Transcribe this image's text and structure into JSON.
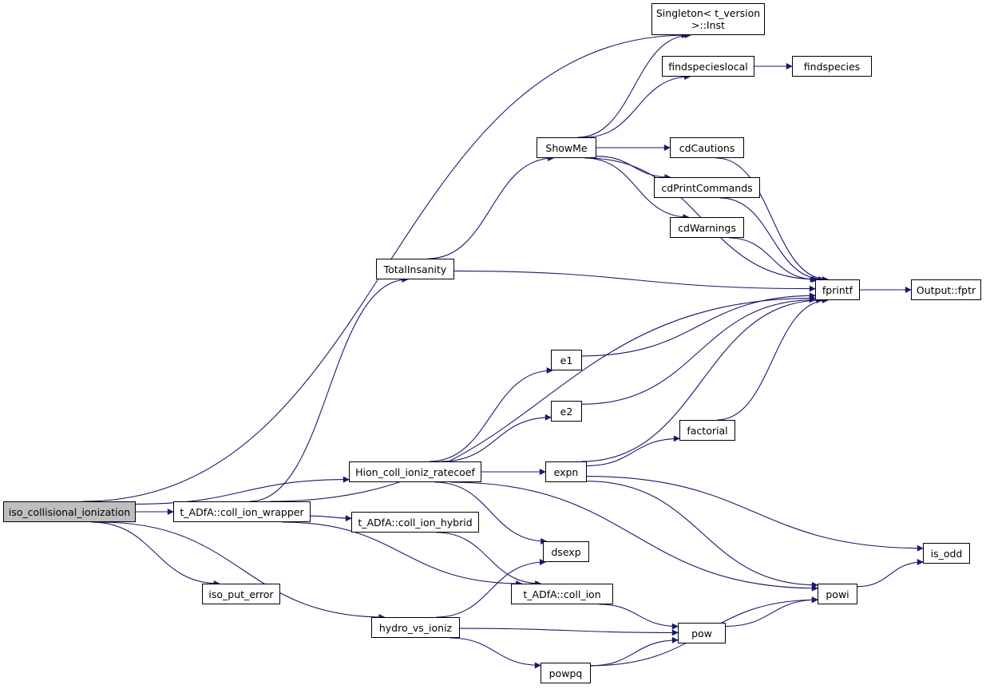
{
  "graph": {
    "edge_color": "#191970",
    "node_border_color": "#000000",
    "root_fill": "#bfbfbf",
    "nodes": [
      {
        "id": "iso_collisional_ionization",
        "label": "iso_collisional_ionization",
        "root": true
      },
      {
        "id": "singleton_inst",
        "label": "Singleton< t_version\n>::Inst"
      },
      {
        "id": "findspecieslocal",
        "label": "findspecieslocal"
      },
      {
        "id": "findspecies",
        "label": "findspecies"
      },
      {
        "id": "showme",
        "label": "ShowMe"
      },
      {
        "id": "cdcautions",
        "label": "cdCautions"
      },
      {
        "id": "cdprintcommands",
        "label": "cdPrintCommands"
      },
      {
        "id": "cdwarnings",
        "label": "cdWarnings"
      },
      {
        "id": "totalinsanity",
        "label": "TotalInsanity"
      },
      {
        "id": "fprintf",
        "label": "fprintf"
      },
      {
        "id": "output_fptr",
        "label": "Output::fptr"
      },
      {
        "id": "e1",
        "label": "e1"
      },
      {
        "id": "e2",
        "label": "e2"
      },
      {
        "id": "factorial",
        "label": "factorial"
      },
      {
        "id": "hion",
        "label": "Hion_coll_ioniz_ratecoef"
      },
      {
        "id": "expn",
        "label": "expn"
      },
      {
        "id": "coll_ion_wrapper",
        "label": "t_ADfA::coll_ion_wrapper"
      },
      {
        "id": "coll_ion_hybrid",
        "label": "t_ADfA::coll_ion_hybrid"
      },
      {
        "id": "is_odd",
        "label": "is_odd"
      },
      {
        "id": "dsexp",
        "label": "dsexp"
      },
      {
        "id": "iso_put_error",
        "label": "iso_put_error"
      },
      {
        "id": "coll_ion",
        "label": "t_ADfA::coll_ion"
      },
      {
        "id": "powi",
        "label": "powi"
      },
      {
        "id": "hydro_vs_ioniz",
        "label": "hydro_vs_ioniz"
      },
      {
        "id": "pow",
        "label": "pow"
      },
      {
        "id": "powpq",
        "label": "powpq"
      }
    ],
    "edges": [
      {
        "from": "iso_collisional_ionization",
        "to": "singleton_inst"
      },
      {
        "from": "iso_collisional_ionization",
        "to": "hion"
      },
      {
        "from": "iso_collisional_ionization",
        "to": "coll_ion_wrapper"
      },
      {
        "from": "iso_collisional_ionization",
        "to": "iso_put_error"
      },
      {
        "from": "iso_collisional_ionization",
        "to": "hydro_vs_ioniz"
      },
      {
        "from": "findspecieslocal",
        "to": "findspecies"
      },
      {
        "from": "showme",
        "to": "singleton_inst"
      },
      {
        "from": "showme",
        "to": "findspecieslocal"
      },
      {
        "from": "showme",
        "to": "cdcautions"
      },
      {
        "from": "showme",
        "to": "cdprintcommands"
      },
      {
        "from": "showme",
        "to": "cdwarnings"
      },
      {
        "from": "showme",
        "to": "fprintf"
      },
      {
        "from": "cdcautions",
        "to": "fprintf"
      },
      {
        "from": "cdprintcommands",
        "to": "fprintf"
      },
      {
        "from": "cdwarnings",
        "to": "fprintf"
      },
      {
        "from": "totalinsanity",
        "to": "showme"
      },
      {
        "from": "totalinsanity",
        "to": "fprintf"
      },
      {
        "from": "fprintf",
        "to": "output_fptr"
      },
      {
        "from": "e1",
        "to": "fprintf"
      },
      {
        "from": "e2",
        "to": "fprintf"
      },
      {
        "from": "factorial",
        "to": "fprintf"
      },
      {
        "from": "hion",
        "to": "e1"
      },
      {
        "from": "hion",
        "to": "e2"
      },
      {
        "from": "hion",
        "to": "expn"
      },
      {
        "from": "hion",
        "to": "dsexp"
      },
      {
        "from": "hion",
        "to": "powi"
      },
      {
        "from": "expn",
        "to": "factorial"
      },
      {
        "from": "expn",
        "to": "fprintf"
      },
      {
        "from": "expn",
        "to": "is_odd"
      },
      {
        "from": "expn",
        "to": "powi"
      },
      {
        "from": "coll_ion_wrapper",
        "to": "totalinsanity"
      },
      {
        "from": "coll_ion_wrapper",
        "to": "fprintf"
      },
      {
        "from": "coll_ion_wrapper",
        "to": "coll_ion_hybrid"
      },
      {
        "from": "coll_ion_wrapper",
        "to": "coll_ion"
      },
      {
        "from": "coll_ion_hybrid",
        "to": "coll_ion"
      },
      {
        "from": "coll_ion",
        "to": "pow"
      },
      {
        "from": "hydro_vs_ioniz",
        "to": "dsexp"
      },
      {
        "from": "hydro_vs_ioniz",
        "to": "pow"
      },
      {
        "from": "hydro_vs_ioniz",
        "to": "powpq"
      },
      {
        "from": "pow",
        "to": "powi"
      },
      {
        "from": "powpq",
        "to": "pow"
      },
      {
        "from": "powpq",
        "to": "powi"
      },
      {
        "from": "powi",
        "to": "is_odd"
      }
    ]
  }
}
